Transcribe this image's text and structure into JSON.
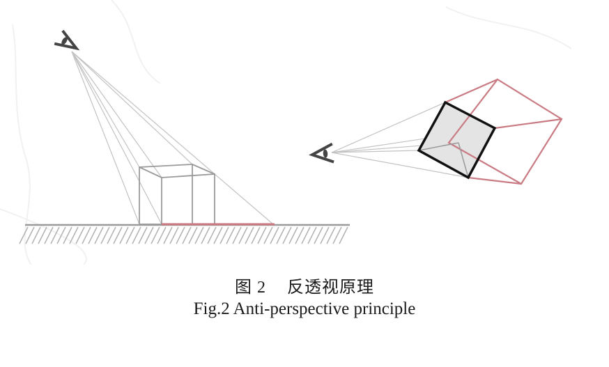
{
  "colors": {
    "ray": "#c2c2c2",
    "cube_gray": "#9a9a9a",
    "ground": "#9a9a9a",
    "hatch": "#b0b0b0",
    "projection_red": "#c97a82",
    "near_face": "#111111",
    "near_face_fill": "#e4e4e4",
    "eye": "#444444",
    "watermark": "#f1f1f1"
  },
  "icons": {
    "viewer_left": "eye-icon",
    "viewer_right": "eye-icon"
  },
  "caption": {
    "cn_label": "图 2",
    "cn_title": "反透视原理",
    "en": "Fig.2 Anti-perspective principle"
  }
}
